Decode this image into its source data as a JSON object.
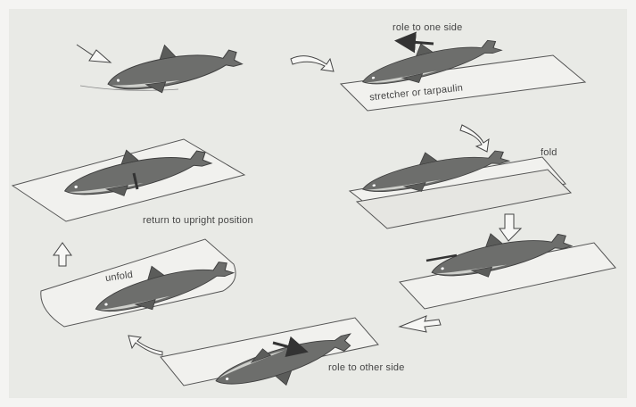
{
  "labels": {
    "roll_one_side": "role to one side",
    "stretcher": "stretcher or tarpaulin",
    "fold": "fold",
    "return_upright": "return to upright position",
    "unfold": "unfold",
    "roll_other_side": "role to other side"
  },
  "colors": {
    "paper": "#e9eae6",
    "ink": "#555555",
    "dolphin": "#6d6e6c",
    "belly": "#cfd0cc"
  }
}
